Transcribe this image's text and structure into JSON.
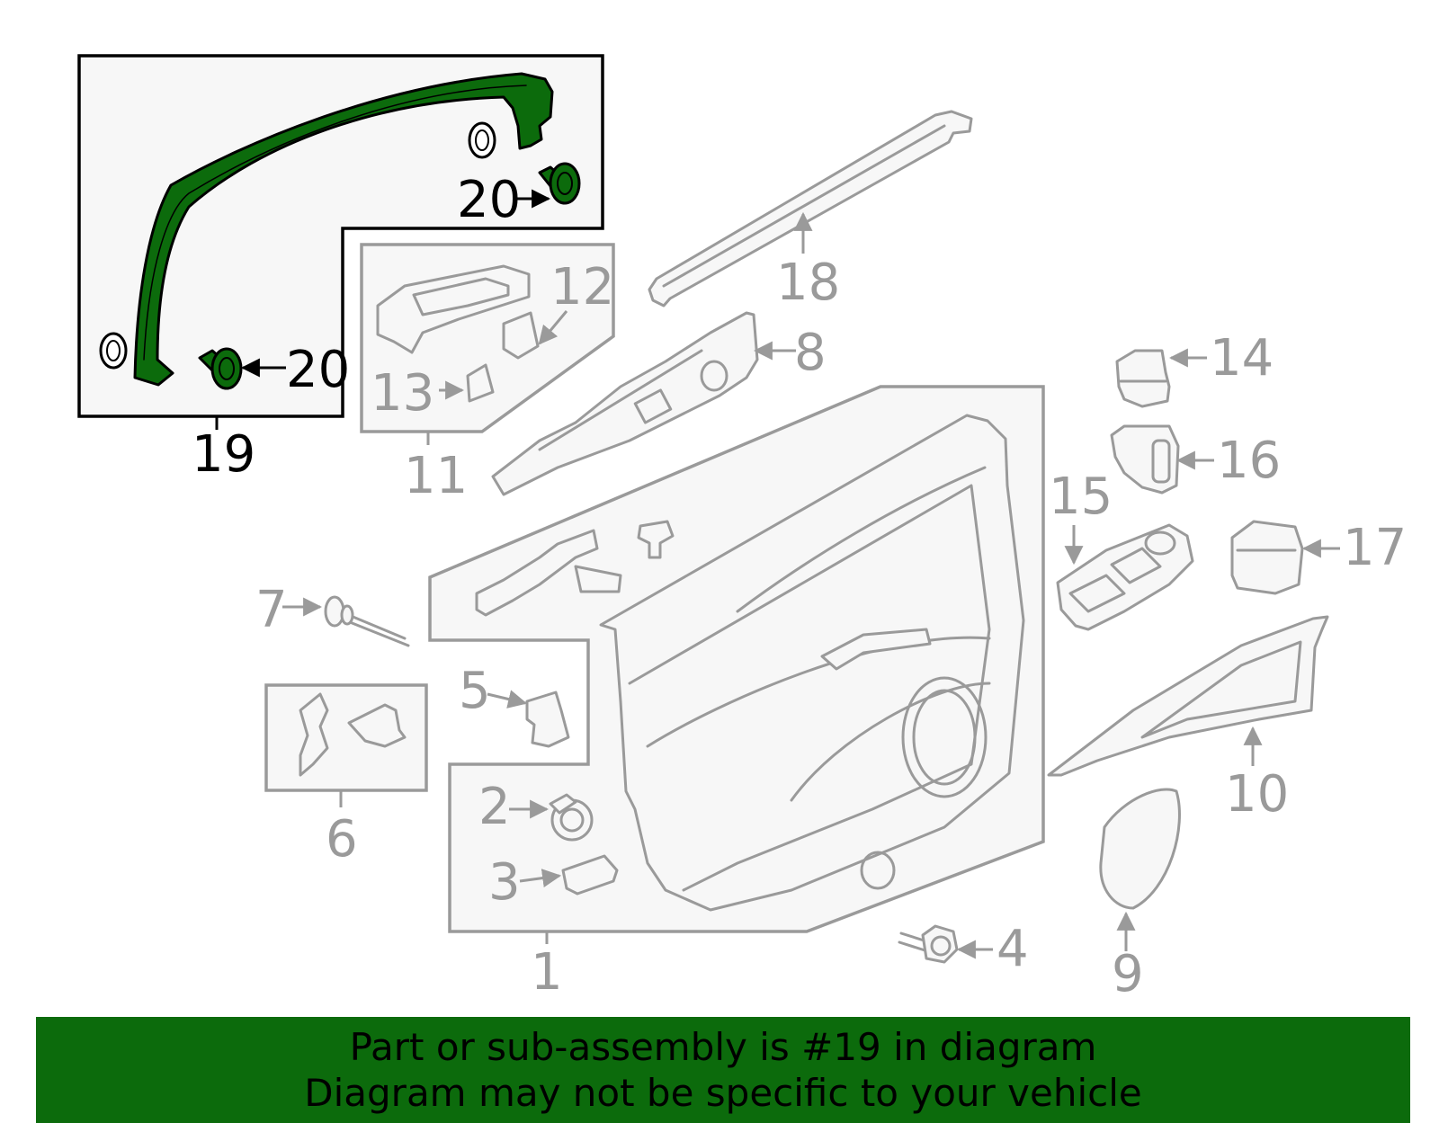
{
  "highlight_color": "#0c6b0c",
  "callouts": [
    {
      "id": "c19",
      "label": "19",
      "highlighted": true
    },
    {
      "id": "c20a",
      "label": "20",
      "highlighted": true
    },
    {
      "id": "c20b",
      "label": "20",
      "highlighted": true
    },
    {
      "id": "c12",
      "label": "12",
      "highlighted": false
    },
    {
      "id": "c13",
      "label": "13",
      "highlighted": false
    },
    {
      "id": "c11",
      "label": "11",
      "highlighted": false
    },
    {
      "id": "c18",
      "label": "18",
      "highlighted": false
    },
    {
      "id": "c8",
      "label": "8",
      "highlighted": false
    },
    {
      "id": "c14",
      "label": "14",
      "highlighted": false
    },
    {
      "id": "c16",
      "label": "16",
      "highlighted": false
    },
    {
      "id": "c15",
      "label": "15",
      "highlighted": false
    },
    {
      "id": "c17",
      "label": "17",
      "highlighted": false
    },
    {
      "id": "c7",
      "label": "7",
      "highlighted": false
    },
    {
      "id": "c5",
      "label": "5",
      "highlighted": false
    },
    {
      "id": "c6",
      "label": "6",
      "highlighted": false
    },
    {
      "id": "c2",
      "label": "2",
      "highlighted": false
    },
    {
      "id": "c3",
      "label": "3",
      "highlighted": false
    },
    {
      "id": "c1",
      "label": "1",
      "highlighted": false
    },
    {
      "id": "c4",
      "label": "4",
      "highlighted": false
    },
    {
      "id": "c9",
      "label": "9",
      "highlighted": false
    },
    {
      "id": "c10",
      "label": "10",
      "highlighted": false
    }
  ],
  "banner": {
    "line1": "Part or sub-assembly is #19 in diagram",
    "line2": "Diagram may not be specific to your vehicle"
  }
}
